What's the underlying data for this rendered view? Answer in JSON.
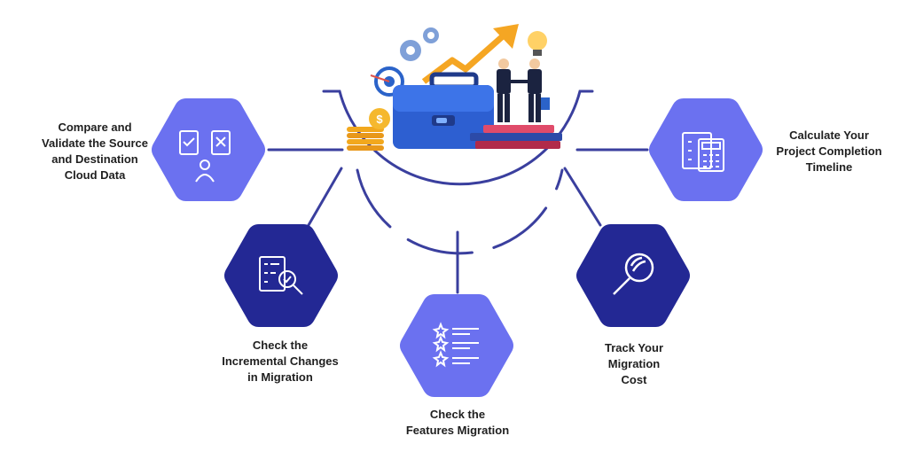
{
  "diagram": {
    "colors": {
      "dark_hex": "#232894",
      "light_hex": "#6b71f0",
      "line": "#3a3f9e",
      "hex_icon_stroke": "#ffffff"
    },
    "nodes": [
      {
        "id": "compare",
        "label": "Compare and\nValidate the Source\nand Destination\nCloud Data",
        "icon": "document-compare-person-icon",
        "color": "light"
      },
      {
        "id": "calculate",
        "label": "Calculate Your\nProject Completion\nTimeline",
        "icon": "calendar-calculator-icon",
        "color": "light"
      },
      {
        "id": "incremental",
        "label": "Check the\nIncremental Changes\nin Migration",
        "icon": "document-search-icon",
        "color": "dark"
      },
      {
        "id": "track",
        "label": "Track Your\nMigration\nCost",
        "icon": "magnifier-icon",
        "color": "dark"
      },
      {
        "id": "features",
        "label": "Check the\nFeatures Migration",
        "icon": "star-list-icon",
        "color": "light"
      }
    ],
    "center_illustration": "business-briefcase-growth-illustration"
  }
}
